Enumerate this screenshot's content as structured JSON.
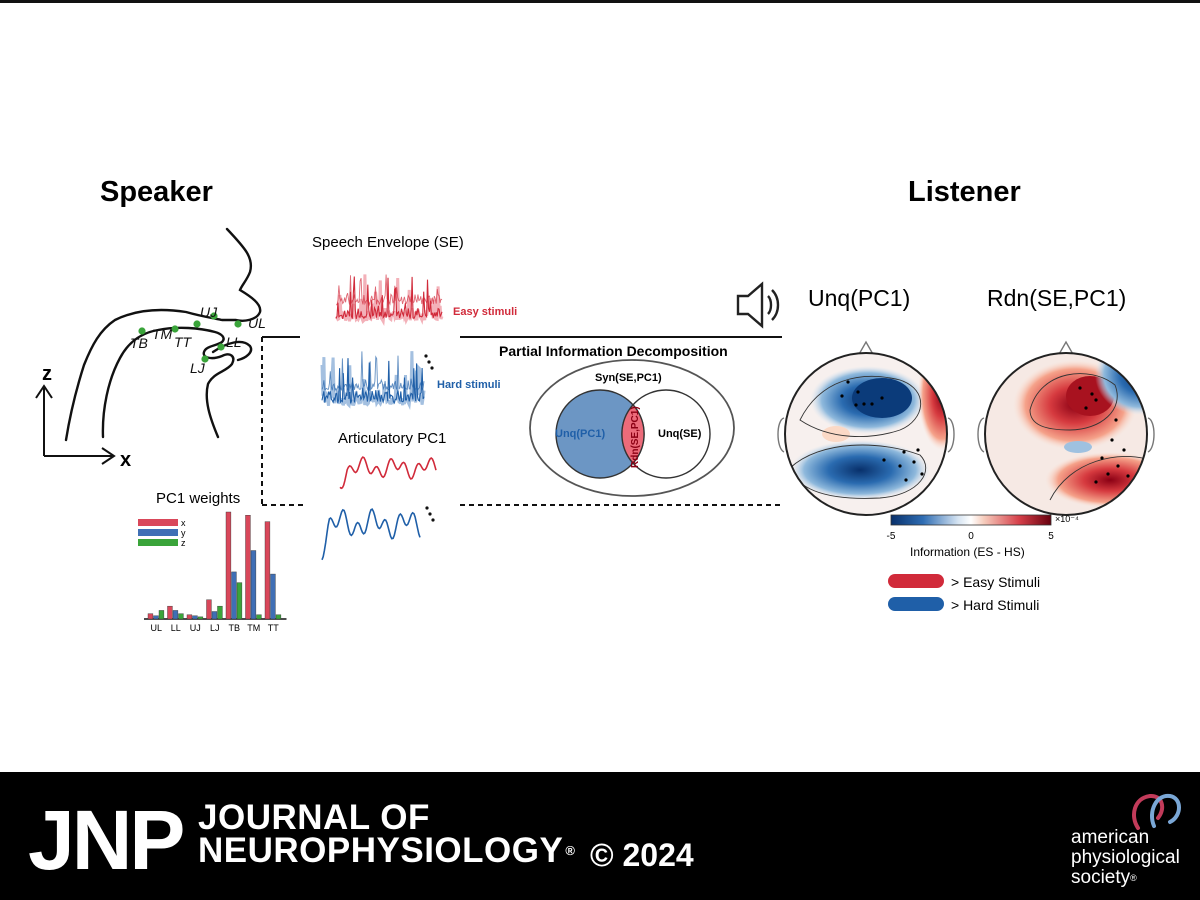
{
  "panel": {
    "speaker_title": "Speaker",
    "listener_title": "Listener",
    "axis_z": "z",
    "axis_x": "x",
    "sensors": [
      "UJ",
      "UL",
      "TB",
      "TM",
      "TT",
      "LL",
      "LJ"
    ],
    "speech_envelope_label": "Speech Envelope (SE)",
    "easy_label": "Easy stimuli",
    "hard_label": "Hard stimuli",
    "articulatory_label": "Articulatory PC1",
    "pid_title": "Partial Information Decomposition",
    "venn": {
      "syn": "Syn(SE,PC1)",
      "unq_pc1": "Unq(PC1)",
      "rdn": "Rdn(SE,PC1)",
      "unq_se": "Unq(SE)"
    },
    "topo_left_title": "Unq(PC1)",
    "topo_right_title": "Rdn(SE,PC1)",
    "colorbar": {
      "ticks": [
        "-5",
        "0",
        "5"
      ],
      "exponent": "×10⁻⁴",
      "label": "Information (ES - HS)",
      "min": -5,
      "max": 5
    },
    "legend": [
      {
        "label": "> Easy Stimuli",
        "color": "#d12a3a"
      },
      {
        "label": "> Hard Stimuli",
        "color": "#1f5fa8"
      }
    ]
  },
  "chart_data": {
    "type": "bar",
    "title": "PC1 weights",
    "categories": [
      "UL",
      "LL",
      "UJ",
      "LJ",
      "TB",
      "TM",
      "TT"
    ],
    "series": [
      {
        "name": "x",
        "color": "#d9475a",
        "values": [
          0.05,
          0.12,
          0.04,
          0.18,
          1.0,
          0.97,
          0.91
        ]
      },
      {
        "name": "y",
        "color": "#3f6fb5",
        "values": [
          0.03,
          0.08,
          0.03,
          0.07,
          0.44,
          0.64,
          0.42
        ]
      },
      {
        "name": "z",
        "color": "#3aa43a",
        "values": [
          0.08,
          0.05,
          0.02,
          0.12,
          0.34,
          0.04,
          0.04
        ]
      }
    ]
  },
  "footer": {
    "logo_text": "JNP",
    "journal_line1": "JOURNAL OF",
    "journal_line2": "NEUROPHYSIOLOGY",
    "reg_mark": "®",
    "copyright": "© 2024",
    "society_lines": [
      "american",
      "physiological",
      "society"
    ],
    "society_reg": "®"
  },
  "colors": {
    "easy": "#d12a3a",
    "hard": "#1f5fa8",
    "green_sensor": "#3aa43a",
    "pink_overlap": "#ec6b7a"
  }
}
